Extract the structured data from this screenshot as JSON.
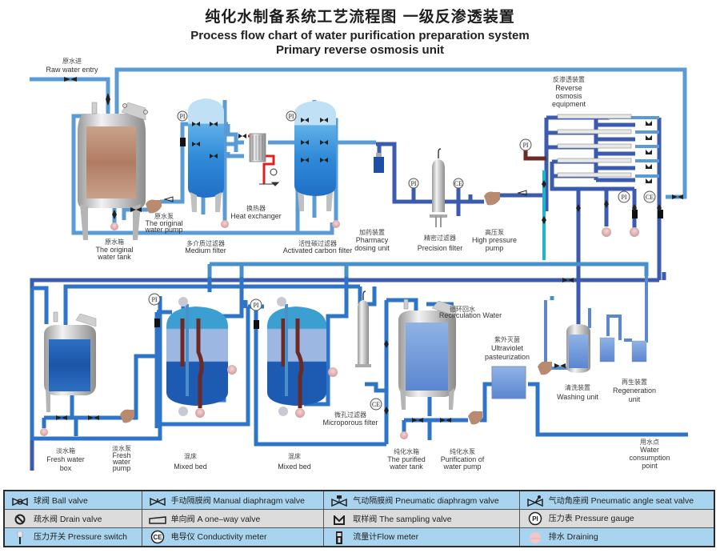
{
  "title": {
    "zh": "纯化水制备系统工艺流程图  一级反渗透装置",
    "en_line1": "Process flow chart of water purification preparation system",
    "en_line2": "Primary reverse osmosis unit"
  },
  "colors": {
    "pipe_light": "#5b9bd5",
    "pipe_dark": "#3a5bb0",
    "pipe_cyan": "#1fb5c9",
    "pipe_red": "#e02020",
    "pipe_brown": "#6b2a24",
    "tank_raw": "#b78870",
    "tank_blue": "#2a6cc4",
    "legend_blue": "#a9d4ef",
    "legend_gray": "#dcdcdc"
  },
  "labels": {
    "raw_water_entry": {
      "zh": "原水进",
      "en": "Raw water entry"
    },
    "original_water_tank": {
      "zh": "原水箱",
      "en1": "The original",
      "en2": "water tank"
    },
    "original_water_pump": {
      "zh": "原水泵",
      "en1": "The original",
      "en2": "water pump"
    },
    "medium_filter": {
      "zh": "多介质过滤器",
      "en": "Medium filter"
    },
    "heat_exchanger": {
      "zh": "换热器",
      "en": "Heat exchanger"
    },
    "activated_carbon_filter": {
      "zh": "活性碳过滤器",
      "en": "Activated carbon filter"
    },
    "pharmacy_dosing": {
      "zh": "加药装置",
      "en1": "Pharmacy",
      "en2": "dosing unit"
    },
    "precision_filter": {
      "zh": "精密过滤器",
      "en": "Precision filter"
    },
    "high_pressure_pump": {
      "zh": "高压泵",
      "en1": "High pressure",
      "en2": "pump"
    },
    "ro_equipment": {
      "zh": "反渗透装置",
      "en1": "Reverse",
      "en2": "osmosis",
      "en3": "equipment"
    },
    "fresh_water_box": {
      "zh": "淡水箱",
      "en1": "Fresh water",
      "en2": "box"
    },
    "fresh_water_pump": {
      "zh": "淡水泵",
      "en1": "Fresh",
      "en2": "water",
      "en3": "pump"
    },
    "mixed_bed_1": {
      "zh": "混床",
      "en": "Mixed bed"
    },
    "mixed_bed_2": {
      "zh": "混床",
      "en": "Mixed bed"
    },
    "microporous_filter": {
      "zh": "微孔过滤器",
      "en": "Microporous filter"
    },
    "recirculation_water": {
      "zh": "循环回水",
      "en": "Recirculation Water"
    },
    "purified_water_tank": {
      "zh": "纯化水箱",
      "en1": "The purified",
      "en2": "water tank"
    },
    "purification_pump": {
      "zh": "纯化水泵",
      "en1": "Purification of",
      "en2": "water pump"
    },
    "uv_pasteurization": {
      "zh": "紫外灭菌",
      "en1": "Ultraviolet",
      "en2": "pasteurization"
    },
    "washing_unit": {
      "zh": "清洗装置",
      "en": "Washing unit"
    },
    "regeneration_unit": {
      "zh": "再生装置",
      "en1": "Regeneration",
      "en2": "unit"
    },
    "water_consumption_point": {
      "zh": "用水点",
      "en1": "Water",
      "en2": "consumption",
      "en3": "point"
    },
    "pi": "PI",
    "ce": "CE"
  },
  "legend": [
    {
      "icon": "ball-valve-icon",
      "zh": "球阀",
      "en": "Ball valve"
    },
    {
      "icon": "manual-diaphragm-valve-icon",
      "zh": "手动隔膜阀",
      "en": "Manual diaphragm valve"
    },
    {
      "icon": "pneumatic-diaphragm-valve-icon",
      "zh": "气动隔膜阀",
      "en": "Pneumatic diaphragm valve"
    },
    {
      "icon": "pneumatic-angle-seat-valve-icon",
      "zh": "气动角座阀",
      "en": "Pneumatic angle seat valve"
    },
    {
      "icon": "drain-valve-icon",
      "zh": "疏水阀",
      "en": "Drain valve"
    },
    {
      "icon": "one-way-valve-icon",
      "zh": "单向阀",
      "en": "A one–way valve"
    },
    {
      "icon": "sampling-valve-icon",
      "zh": "取样阀",
      "en": "The sampling valve"
    },
    {
      "icon": "pressure-gauge-icon",
      "zh": "压力表",
      "en": "Pressure gauge"
    },
    {
      "icon": "pressure-switch-icon",
      "zh": "压力开关",
      "en": "Pressure switch"
    },
    {
      "icon": "conductivity-meter-icon",
      "zh": "电导仪",
      "en": "Conductivity meter"
    },
    {
      "icon": "flow-meter-icon",
      "zh": "流量计",
      "en": "Flow meter"
    },
    {
      "icon": "draining-icon",
      "zh": "排水",
      "en": "Draining"
    }
  ]
}
